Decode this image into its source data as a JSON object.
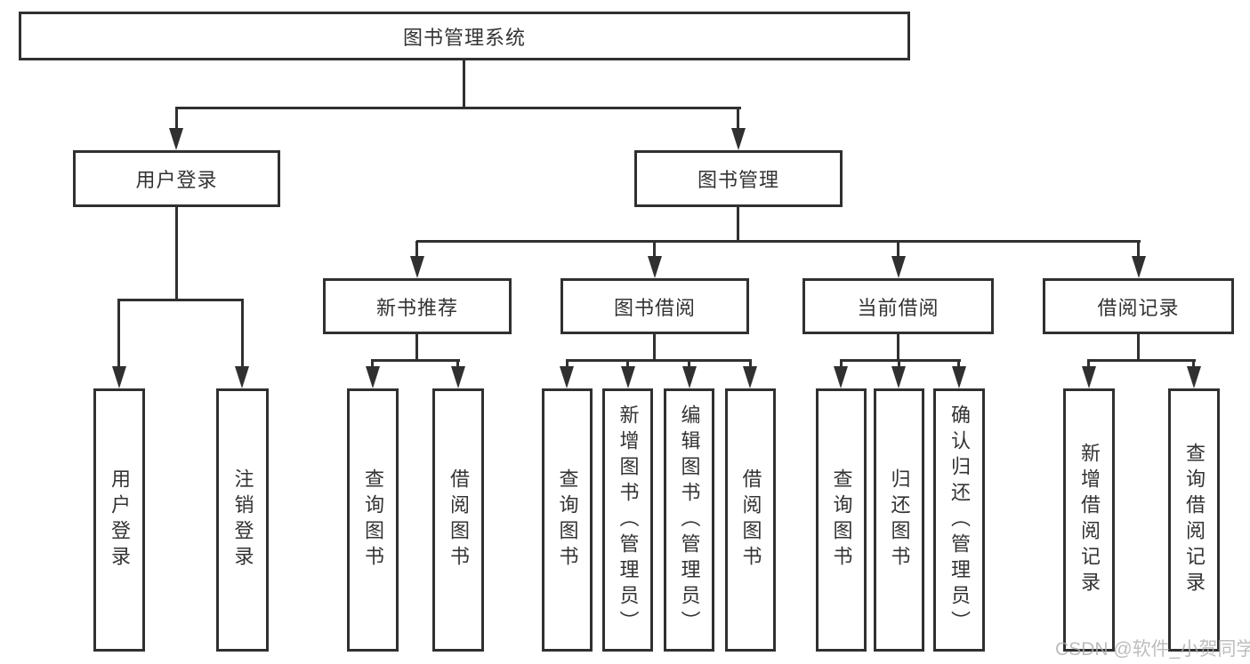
{
  "tree": {
    "root": "图书管理系统",
    "l2": [
      {
        "label": "用户登录"
      },
      {
        "label": "图书管理"
      }
    ],
    "l3": [
      {
        "label": "新书推荐"
      },
      {
        "label": "图书借阅"
      },
      {
        "label": "当前借阅"
      },
      {
        "label": "借阅记录"
      }
    ],
    "leaves": {
      "login": [
        "用户登录",
        "注销登录"
      ],
      "recommend": [
        "查询图书",
        "借阅图书"
      ],
      "borrow": [
        "查询图书",
        "新增图书（管理员）",
        "编辑图书（管理员）",
        "借阅图书"
      ],
      "current": [
        "查询图书",
        "归还图书",
        "确认归还（管理员）"
      ],
      "records": [
        "新增借阅记录",
        "查询借阅记录"
      ]
    }
  },
  "watermark": "CSDN @软件_小贺同学",
  "colors": {
    "line": "#303030",
    "text": "#333333",
    "watermark": "#adadad",
    "background": "#ffffff"
  }
}
